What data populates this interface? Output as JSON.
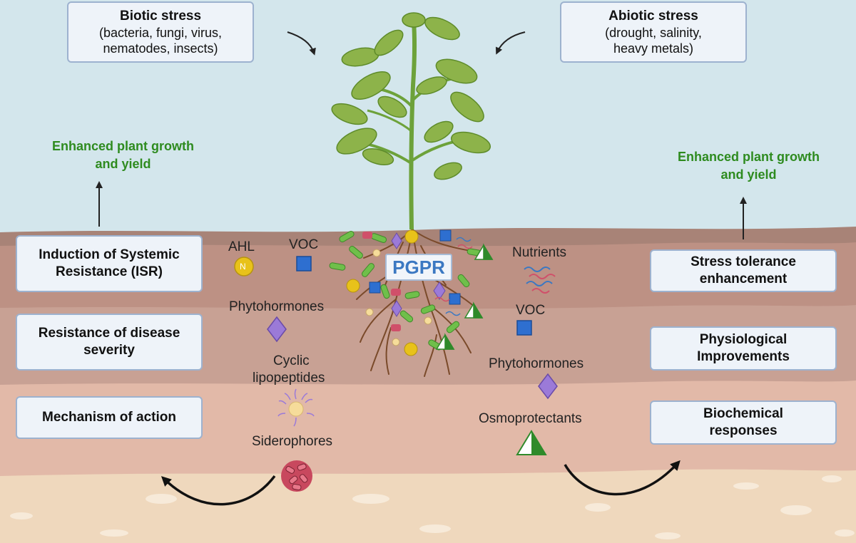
{
  "top": {
    "biotic": {
      "title": "Biotic stress",
      "line1": "(bacteria, fungi, virus,",
      "line2": "nematodes, insects)"
    },
    "abiotic": {
      "title": "Abiotic stress",
      "line1": "(drought, salinity,",
      "line2": "heavy metals)"
    }
  },
  "growth": {
    "left": {
      "line1": "Enhanced plant growth",
      "line2": "and yield"
    },
    "right": {
      "line1": "Enhanced plant growth",
      "line2": "and yield"
    }
  },
  "left_boxes": [
    {
      "line1": "Induction of Systemic",
      "line2": "Resistance (ISR)"
    },
    {
      "line1": "Resistance of disease",
      "line2": "severity"
    },
    {
      "line1": "Mechanism of action",
      "line2": ""
    }
  ],
  "right_boxes": [
    {
      "line1": "Stress tolerance",
      "line2": "enhancement"
    },
    {
      "line1": "Physiological",
      "line2": "Improvements"
    },
    {
      "line1": "Biochemical",
      "line2": "responses"
    }
  ],
  "center_label": "PGPR",
  "left_labels": {
    "ahl": "AHL",
    "voc": "VOC",
    "phytohormones": "Phytohormones",
    "cyclic1": "Cyclic",
    "cyclic2": "lipopeptides",
    "siderophores": "Siderophores"
  },
  "right_labels": {
    "nutrients": "Nutrients",
    "voc": "VOC",
    "phytohormones": "Phytohormones",
    "osmoprotectants": "Osmoprotectants"
  },
  "colors": {
    "sky": "#d3e6ec",
    "soil_top": "#a88377",
    "soil_mid": "#c8a194",
    "soil_low": "#e2b9a8",
    "sand": "#efd8bd",
    "box_fill": "#eef3f9",
    "box_border": "#9db2cf",
    "green_text": "#2e8b1f",
    "pgpr_text": "#3b78c2",
    "ahl_yellow": "#e8c21a",
    "voc_blue": "#2e6fd0",
    "phyto_purple": "#9b7ad8",
    "osmo_green": "#2f8a2a"
  },
  "icons": [
    "plant-icon",
    "root-icon",
    "bacteria-icon",
    "ahl-icon",
    "voc-icon",
    "phytohormone-icon",
    "lipopeptide-icon",
    "siderophore-icon",
    "osmoprotectant-icon",
    "nutrients-icon",
    "arrow-icon"
  ]
}
